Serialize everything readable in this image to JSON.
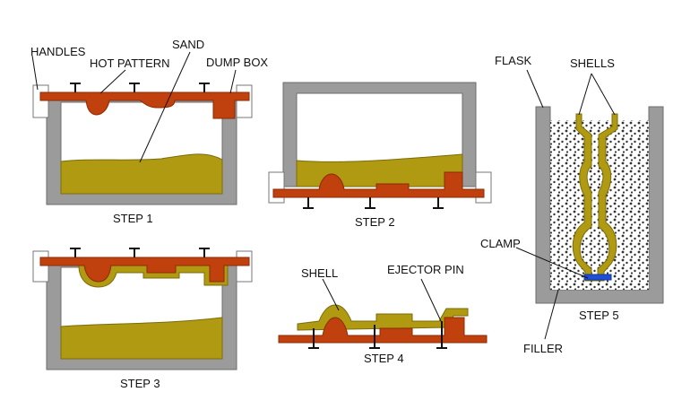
{
  "labels": {
    "handles": "HANDLES",
    "hot_pattern": "HOT PATTERN",
    "sand": "SAND",
    "dump_box": "DUMP BOX",
    "flask": "FLASK",
    "shells": "SHELLS",
    "clamp": "CLAMP",
    "filler": "FILLER",
    "shell": "SHELL",
    "ejector_pin": "EJECTOR PIN"
  },
  "steps": {
    "step1": "STEP 1",
    "step2": "STEP 2",
    "step3": "STEP 3",
    "step4": "STEP 4",
    "step5": "STEP 5"
  },
  "colors": {
    "box_gray": "#9b9b9b",
    "box_outline": "#6e6e6e",
    "pattern_red": "#c0400e",
    "sand_olive": "#b09a12",
    "clamp_blue": "#1f4fd6",
    "line_black": "#111111"
  }
}
